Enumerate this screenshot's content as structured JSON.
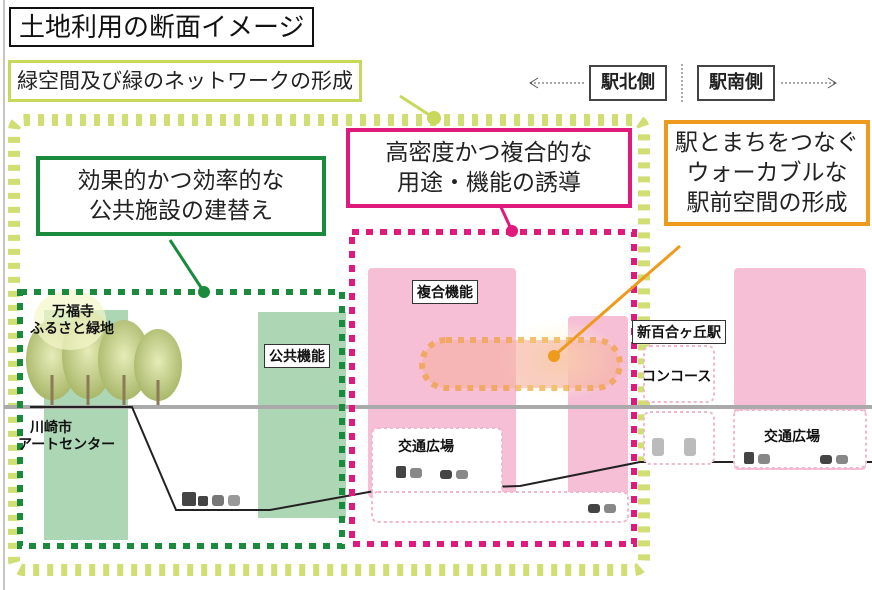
{
  "title": "土地利用の断面イメージ",
  "direction": {
    "north": "駅北側",
    "south": "駅南側"
  },
  "callouts": {
    "green_network": "緑空間及び緑のネットワークの形成",
    "public_facility": [
      "効果的かつ効率的な",
      "公共施設の建替え"
    ],
    "mixed_use": [
      "高密度かつ複合的な",
      "用途・機能の誘導"
    ],
    "station_plaza": [
      "駅とまちをつなぐ",
      "ウォーカブルな",
      "駅前空間の形成"
    ]
  },
  "labels": {
    "temple_green": [
      "万福寺",
      "ふるさと緑地"
    ],
    "art_center": [
      "川崎市",
      "アートセンター"
    ],
    "public_function": "公共機能",
    "mixed_function": "複合機能",
    "station": "新百合ヶ丘駅",
    "concourse": "コンコース",
    "transport_plaza_left": "交通広場",
    "transport_plaza_right": "交通広場"
  },
  "colors": {
    "green_zone": "#c8d85a",
    "public_zone": "#1a8a3c",
    "mixed_zone": "#e0197d",
    "station_zone": "#ee9a1c",
    "pink_building": "#f6bfd6",
    "green_building": "#9fcfa8",
    "ground": "#aaaaaa"
  }
}
